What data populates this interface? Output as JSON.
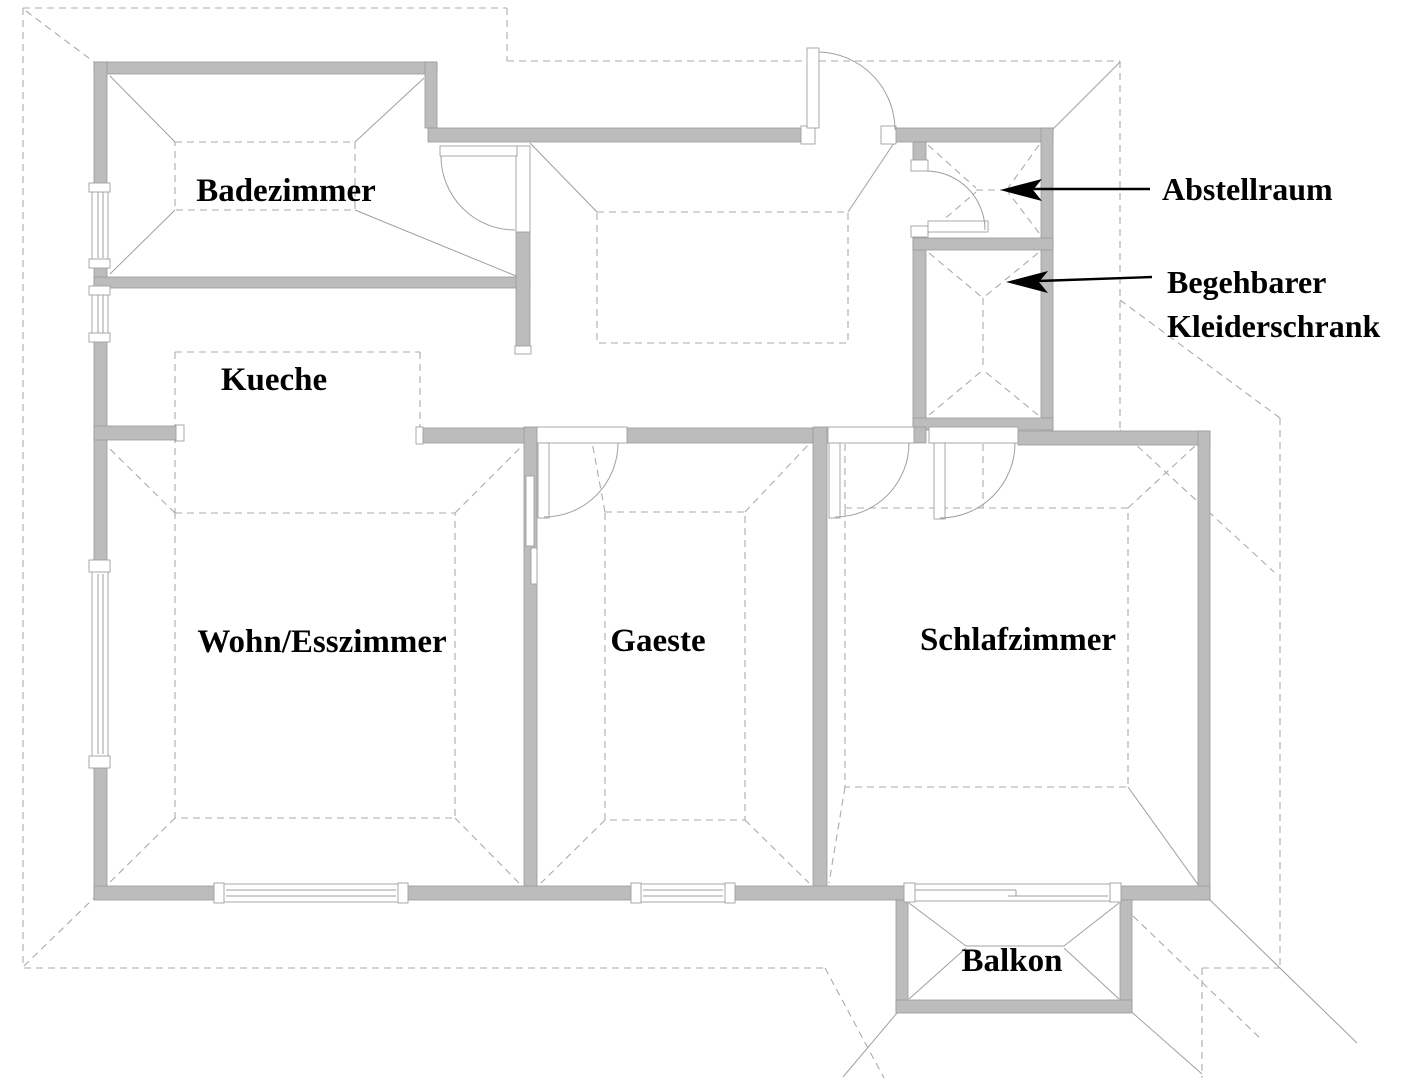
{
  "drawing": {
    "type": "floor-plan",
    "language": "de"
  },
  "rooms": [
    {
      "id": "badezimmer",
      "label": "Badezimmer"
    },
    {
      "id": "kueche",
      "label": "Kueche"
    },
    {
      "id": "wohn-esszimmer",
      "label": "Wohn/Esszimmer"
    },
    {
      "id": "gaeste",
      "label": "Gaeste"
    },
    {
      "id": "schlafzimmer",
      "label": "Schlafzimmer"
    },
    {
      "id": "balkon",
      "label": "Balkon"
    }
  ],
  "annotations": [
    {
      "id": "abstellraum",
      "lines": [
        "Abstellraum"
      ]
    },
    {
      "id": "begehbarer-kleiderschrank",
      "lines": [
        "Begehbarer",
        "Kleiderschrank"
      ]
    }
  ],
  "colors": {
    "wall_fill": "#bcbcbc",
    "wall_stroke": "#9a9a9a",
    "line_color": "#9f9f9f",
    "dash_color": "#ababab",
    "text_color": "#000000",
    "bg_color": "#ffffff"
  }
}
